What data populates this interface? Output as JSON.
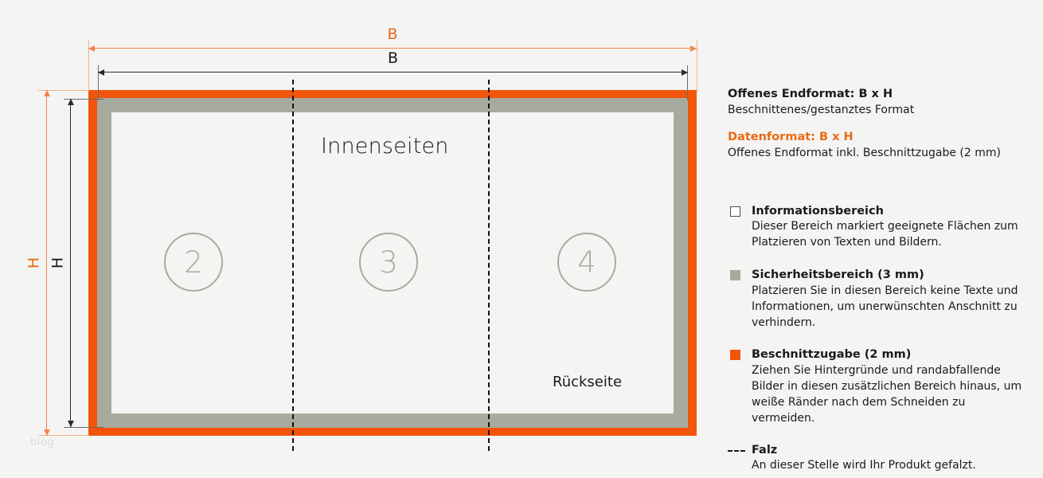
{
  "diagram": {
    "panel_labels": {
      "inner_pages": "Innenseiten",
      "back_page": "Rückseite"
    },
    "page_circles": [
      {
        "number": "2"
      },
      {
        "number": "3"
      },
      {
        "number": "4"
      }
    ],
    "dimensions": {
      "width_bleed_label": "B",
      "width_trim_label": "B",
      "height_bleed_label": "H",
      "height_trim_label": "H"
    },
    "watermark": "blog"
  },
  "legend": {
    "formats": [
      {
        "title": "Offenes Endformat: B x H",
        "desc": "Beschnittenes/gestanztes Format",
        "accent": false
      },
      {
        "title": "Datenformat: B x H",
        "desc": "Offenes Endformat inkl. Beschnittzugabe (2 mm)",
        "accent": true
      }
    ],
    "items": [
      {
        "swatch": "outline-square",
        "title": "Informationsbereich",
        "desc_line_1": "Dieser Bereich markiert geeignete Flächen zum",
        "desc_line_2": "Platzieren von Texten und Bildern.",
        "desc_line_3": "",
        "desc_line_4": ""
      },
      {
        "swatch": "gray-square",
        "title": "Sicherheitsbereich (3 mm)",
        "desc_line_1": "Platzieren Sie in diesen Bereich keine Texte und",
        "desc_line_2": "Informationen, um unerwünschten Anschnitt zu",
        "desc_line_3": "verhindern.",
        "desc_line_4": ""
      },
      {
        "swatch": "orange-square",
        "title": "Beschnittzugabe (2 mm)",
        "desc_line_1": "Ziehen Sie Hintergründe und randabfallende",
        "desc_line_2": "Bilder in diesen zusätzlichen Bereich hinaus, um",
        "desc_line_3": "weiße Ränder nach dem Schneiden zu vermeiden.",
        "desc_line_4": ""
      },
      {
        "swatch": "dashed-line",
        "title": "Falz",
        "desc_line_1": "An dieser Stelle wird Ihr Produkt gefalzt.",
        "desc_line_2": "",
        "desc_line_3": "",
        "desc_line_4": ""
      }
    ]
  },
  "colors": {
    "bleed": "#f2540b",
    "safety": "#a7ab9f",
    "content": "#f4f4f3",
    "accent_text": "#ea6a12",
    "fold": "#111111"
  }
}
